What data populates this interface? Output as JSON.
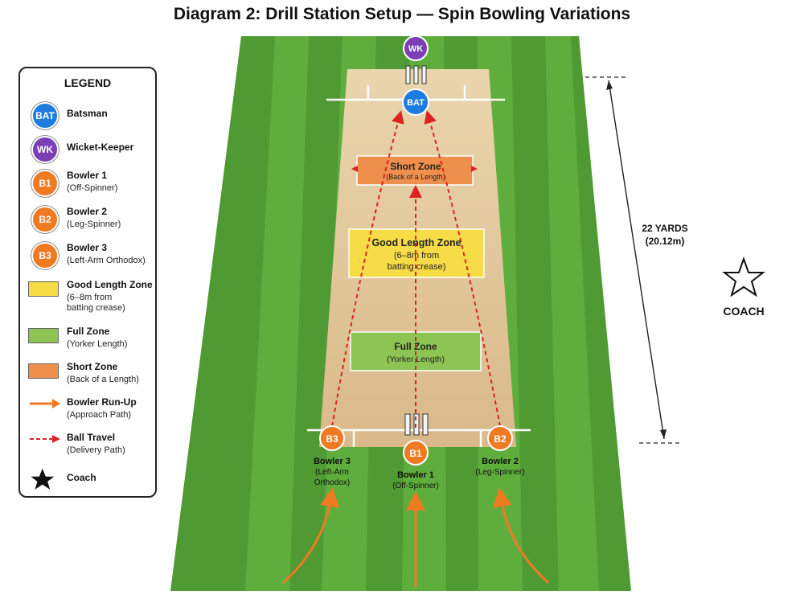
{
  "title": "Diagram 2: Drill Station Setup — Spin Bowling Variations",
  "pitch": {
    "wicket_keeper": "WK",
    "batsman": "BAT",
    "short_zone": {
      "title": "Short Zone",
      "sub": "(Back of a Length)"
    },
    "good_zone": {
      "title": "Good Length Zone",
      "sub1": "(6–8m from",
      "sub2": "batting crease)"
    },
    "full_zone": {
      "title": "Full Zone",
      "sub": "(Yorker Length)"
    },
    "bowlers": [
      {
        "code": "B3",
        "name": "Bowler 3",
        "desc1": "(Left-Arm",
        "desc2": "Orthodox)"
      },
      {
        "code": "B1",
        "name": "Bowler 1",
        "desc1": "(Off-Spinner)",
        "desc2": ""
      },
      {
        "code": "B2",
        "name": "Bowler 2",
        "desc1": "(Leg-Spinner)",
        "desc2": ""
      }
    ],
    "distance_line1": "22 YARDS",
    "distance_line2": "(20.12m)",
    "coach": "COACH"
  },
  "legend": {
    "title": "LEGEND",
    "items": [
      {
        "code": "BAT",
        "label": "Batsman",
        "sub": ""
      },
      {
        "code": "WK",
        "label": "Wicket-Keeper",
        "sub": ""
      },
      {
        "code": "B1",
        "label": "Bowler 1",
        "sub": "(Off-Spinner)"
      },
      {
        "code": "B2",
        "label": "Bowler 2",
        "sub": "(Leg-Spinner)"
      },
      {
        "code": "B3",
        "label": "Bowler 3",
        "sub": "(Left-Arm Orthodox)"
      },
      {
        "code": "",
        "label": "Good Length Zone",
        "sub": "(6–8m from",
        "sub2": "batting crease)"
      },
      {
        "code": "",
        "label": "Full Zone",
        "sub": "(Yorker Length)"
      },
      {
        "code": "",
        "label": "Short Zone",
        "sub": "(Back of a Length)"
      },
      {
        "code": "",
        "label": "Bowler Run-Up",
        "sub": "(Approach Path)"
      },
      {
        "code": "",
        "label": "Ball Travel",
        "sub": "(Delivery Path)"
      },
      {
        "code": "",
        "label": "Coach",
        "sub": ""
      }
    ]
  },
  "colors": {
    "batsman": "#1e7be0",
    "wicket_keeper": "#7b3fb5",
    "bowler": "#ef7a22",
    "good_zone": "#f6dc47",
    "full_zone": "#8dc453",
    "short_zone": "#ee8f4c",
    "ball_path": "#dd2222",
    "grass_light": "#5aa33a",
    "grass_dark": "#3f8a2a",
    "pitch": "#e3c79a"
  }
}
